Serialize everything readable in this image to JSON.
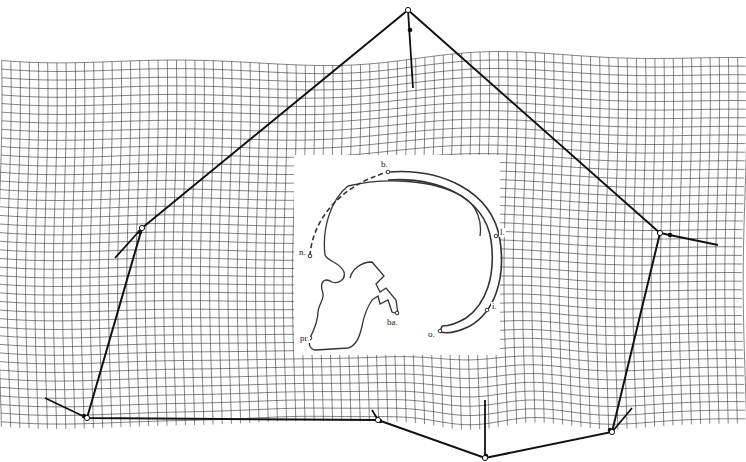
{
  "diagram": {
    "labels": [
      "b.",
      "n.",
      "l.",
      "i.",
      "ba.",
      "o.",
      "pr."
    ]
  }
}
